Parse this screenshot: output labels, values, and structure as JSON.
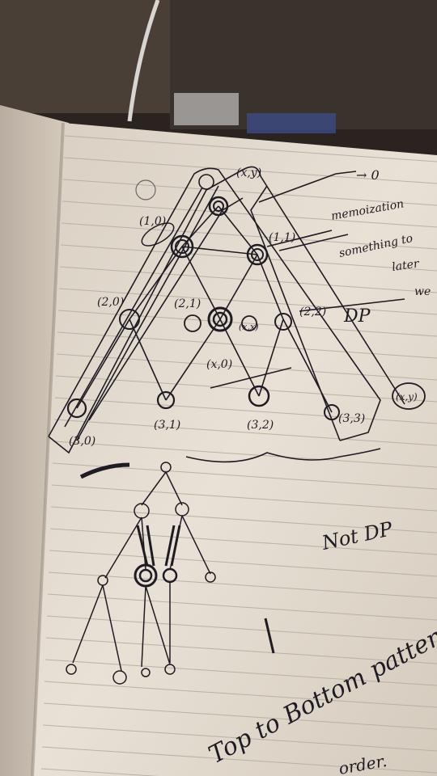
{
  "photo": {
    "subject": "Handwritten pencil/pen notes on a lined notebook page",
    "tree_labels": [
      "(x,y)",
      "(1,0)",
      "(2,0)",
      "(2,1)",
      "(2,2)",
      "(1,1)",
      "(x,0)",
      "(3,0)",
      "(3,1)",
      "(3,2)",
      "(3,3)",
      "(x,x)",
      "(x,y)"
    ],
    "margin_notes": [
      "→ 0",
      "memoization",
      "something to",
      "later",
      "we",
      "DP",
      "Not DP",
      "Top to Bottom pattern",
      "order."
    ],
    "colors": {
      "paper": "#e6ddd0",
      "ink": "#1e1b22",
      "ruling": "#b9b0a6",
      "background": "#2a231f"
    }
  }
}
